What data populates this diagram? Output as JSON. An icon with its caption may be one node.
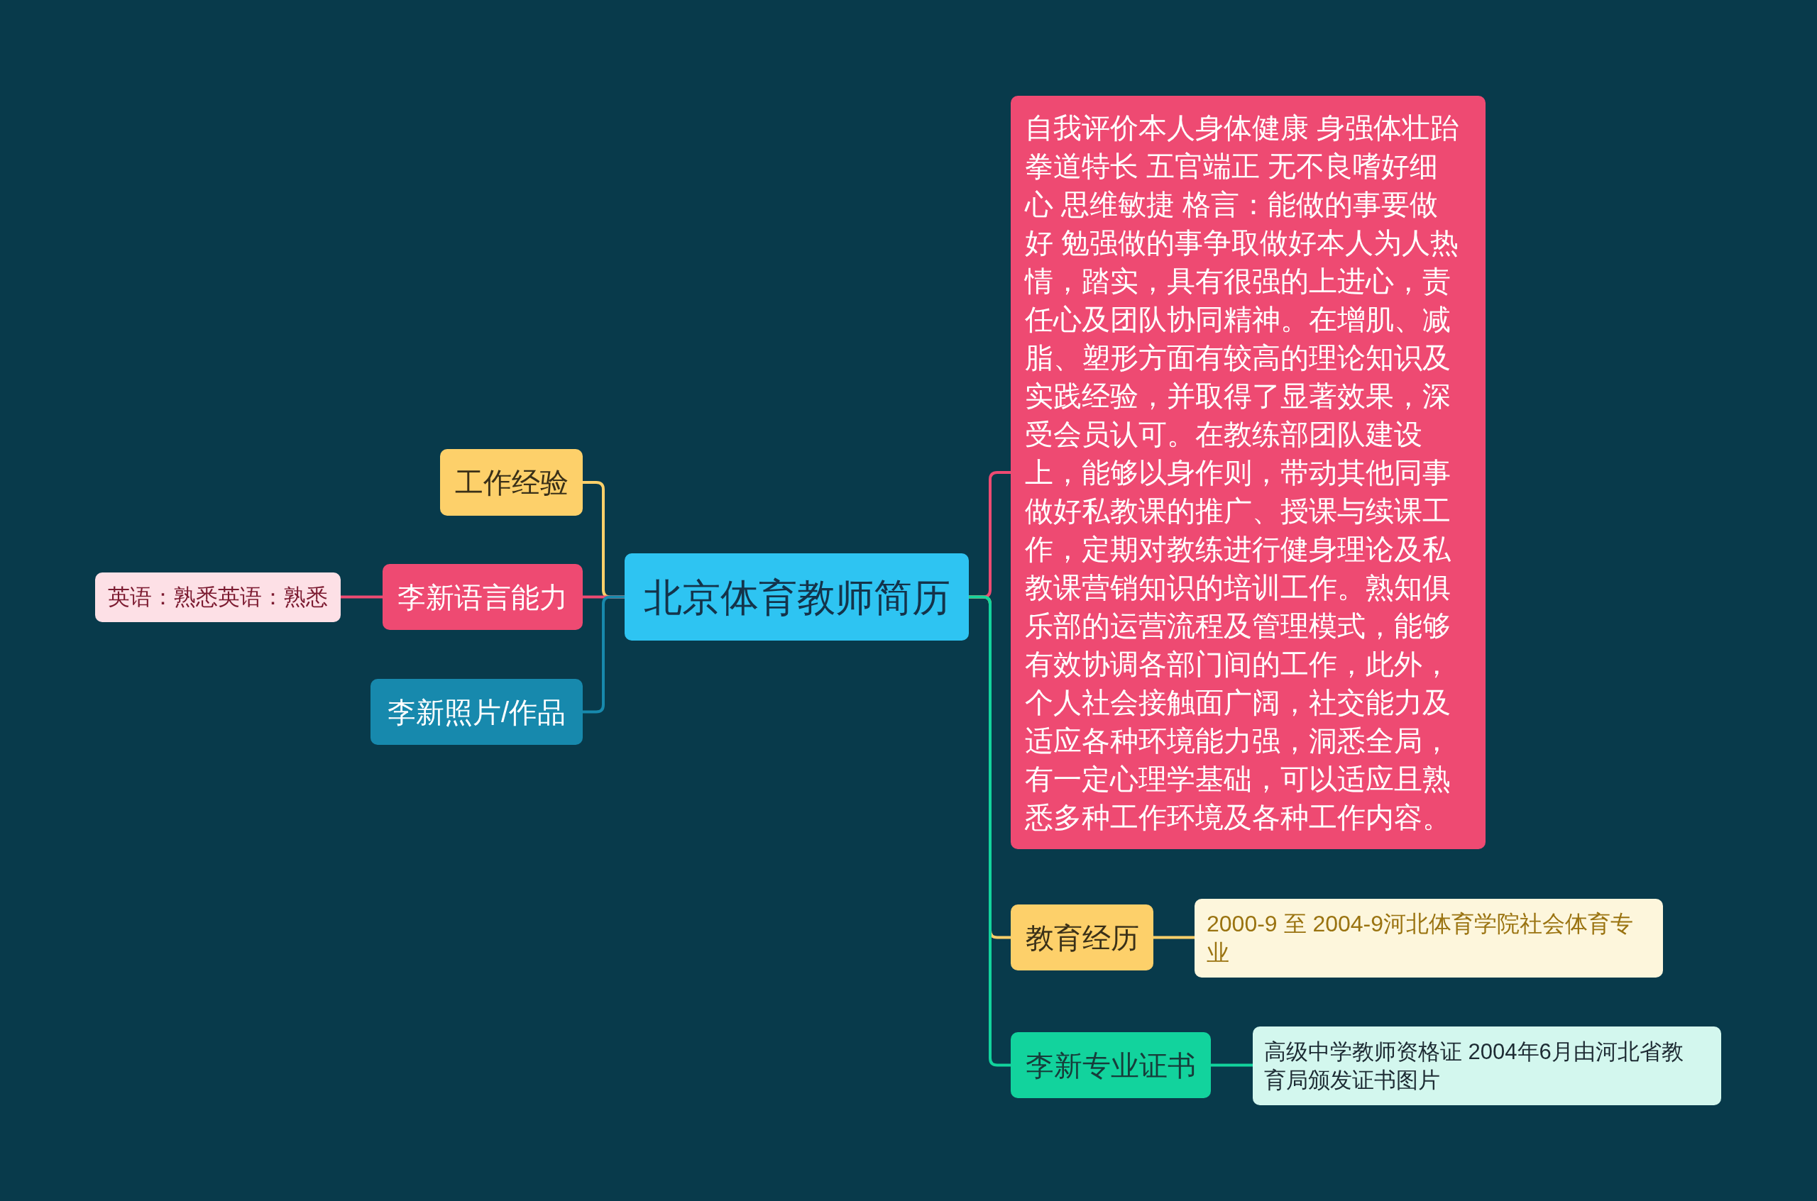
{
  "diagram": {
    "nodes": [
      {
        "text": [
          "北京体育教师简历"
        ]
      },
      {
        "text": [
          "工作经验"
        ]
      },
      {
        "text": [
          "李新语言能力"
        ]
      },
      {
        "text": [
          "英语：熟悉英语：熟悉"
        ]
      },
      {
        "text": [
          "李新照片/作品"
        ]
      },
      {
        "text": [
          "自我评价本人身体健康 身强体壮跆拳道特长 五官端正 无不良嗜好细心 思维敏捷 格言：能做的事要做好 勉强做的事争取做好本人为人热情，踏实，具有很强的上进心，责任心及团队协同精神。在增肌、减脂、塑形方面有较高的理论知识及实践经验，并取得了显著效果，深受会员认可。在教练部团队建设上，能够以身作则，带动其他同事做好私教课的推广、授课与续课工作，定期对教练进行健身理论及私教课营销知识的培训工作。熟知俱乐部的运营流程及管理模式，能够有效协调各部门间的工作，此外，个人社会接触面广阔，社交能力及适应各种环境能力强，洞悉全局，有一定心理学基础，可以适应且熟悉多种工作环境及各种工作内容。"
        ]
      },
      {
        "text": [
          "教育经历"
        ]
      },
      {
        "text": [
          "2000-9 至 2004-9河北体育学院社会体育专业"
        ]
      },
      {
        "text": [
          "李新专业证书"
        ]
      },
      {
        "text": [
          "高级中学教师资格证 2004年6月由河北省教育局颁发证书图片"
        ]
      }
    ],
    "edges": [
      {
        "from": 0,
        "to": 1,
        "arrow": "none",
        "color": "#fdd06a"
      },
      {
        "from": 0,
        "to": 2,
        "arrow": "none",
        "color": "#ee4a72"
      },
      {
        "from": 2,
        "to": 3,
        "arrow": "none",
        "color": "#ee4a72"
      },
      {
        "from": 0,
        "to": 4,
        "arrow": "none",
        "color": "#1789ad"
      },
      {
        "from": 0,
        "to": 5,
        "arrow": "none",
        "color": "#ee4a72"
      },
      {
        "from": 0,
        "to": 6,
        "arrow": "none",
        "color": "#fdd06a"
      },
      {
        "from": 6,
        "to": 7,
        "arrow": "none",
        "color": "#fdd06a"
      },
      {
        "from": 0,
        "to": 8,
        "arrow": "none",
        "color": "#12d39d"
      },
      {
        "from": 8,
        "to": 9,
        "arrow": "none",
        "color": "#12d39d"
      }
    ]
  }
}
